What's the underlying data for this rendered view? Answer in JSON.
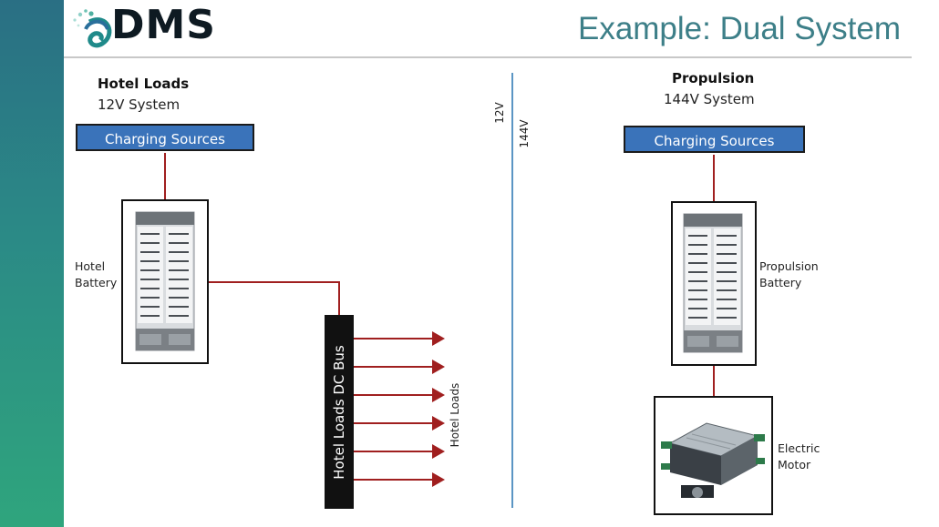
{
  "header": {
    "logo_text": "DMS",
    "title": "Example:  Dual System"
  },
  "left_system": {
    "title": "Hotel Loads",
    "subtitle": "12V System",
    "charging_label": "Charging Sources",
    "battery_label_line1": "Hotel",
    "battery_label_line2": "Battery",
    "bus_label": "Hotel Loads DC Bus",
    "loads_label": "Hotel Loads",
    "output_count": 6
  },
  "divider": {
    "left_voltage": "12V",
    "right_voltage": "144V"
  },
  "right_system": {
    "title": "Propulsion",
    "subtitle": "144V System",
    "charging_label": "Charging Sources",
    "battery_label_line1": "Propulsion",
    "battery_label_line2": "Battery",
    "motor_label_line1": "Electric",
    "motor_label_line2": "Motor"
  },
  "colors": {
    "connector": "#a01f1f",
    "charging_fill": "#3a73ba",
    "divider": "#5b95c4",
    "title": "#3d7f88"
  }
}
